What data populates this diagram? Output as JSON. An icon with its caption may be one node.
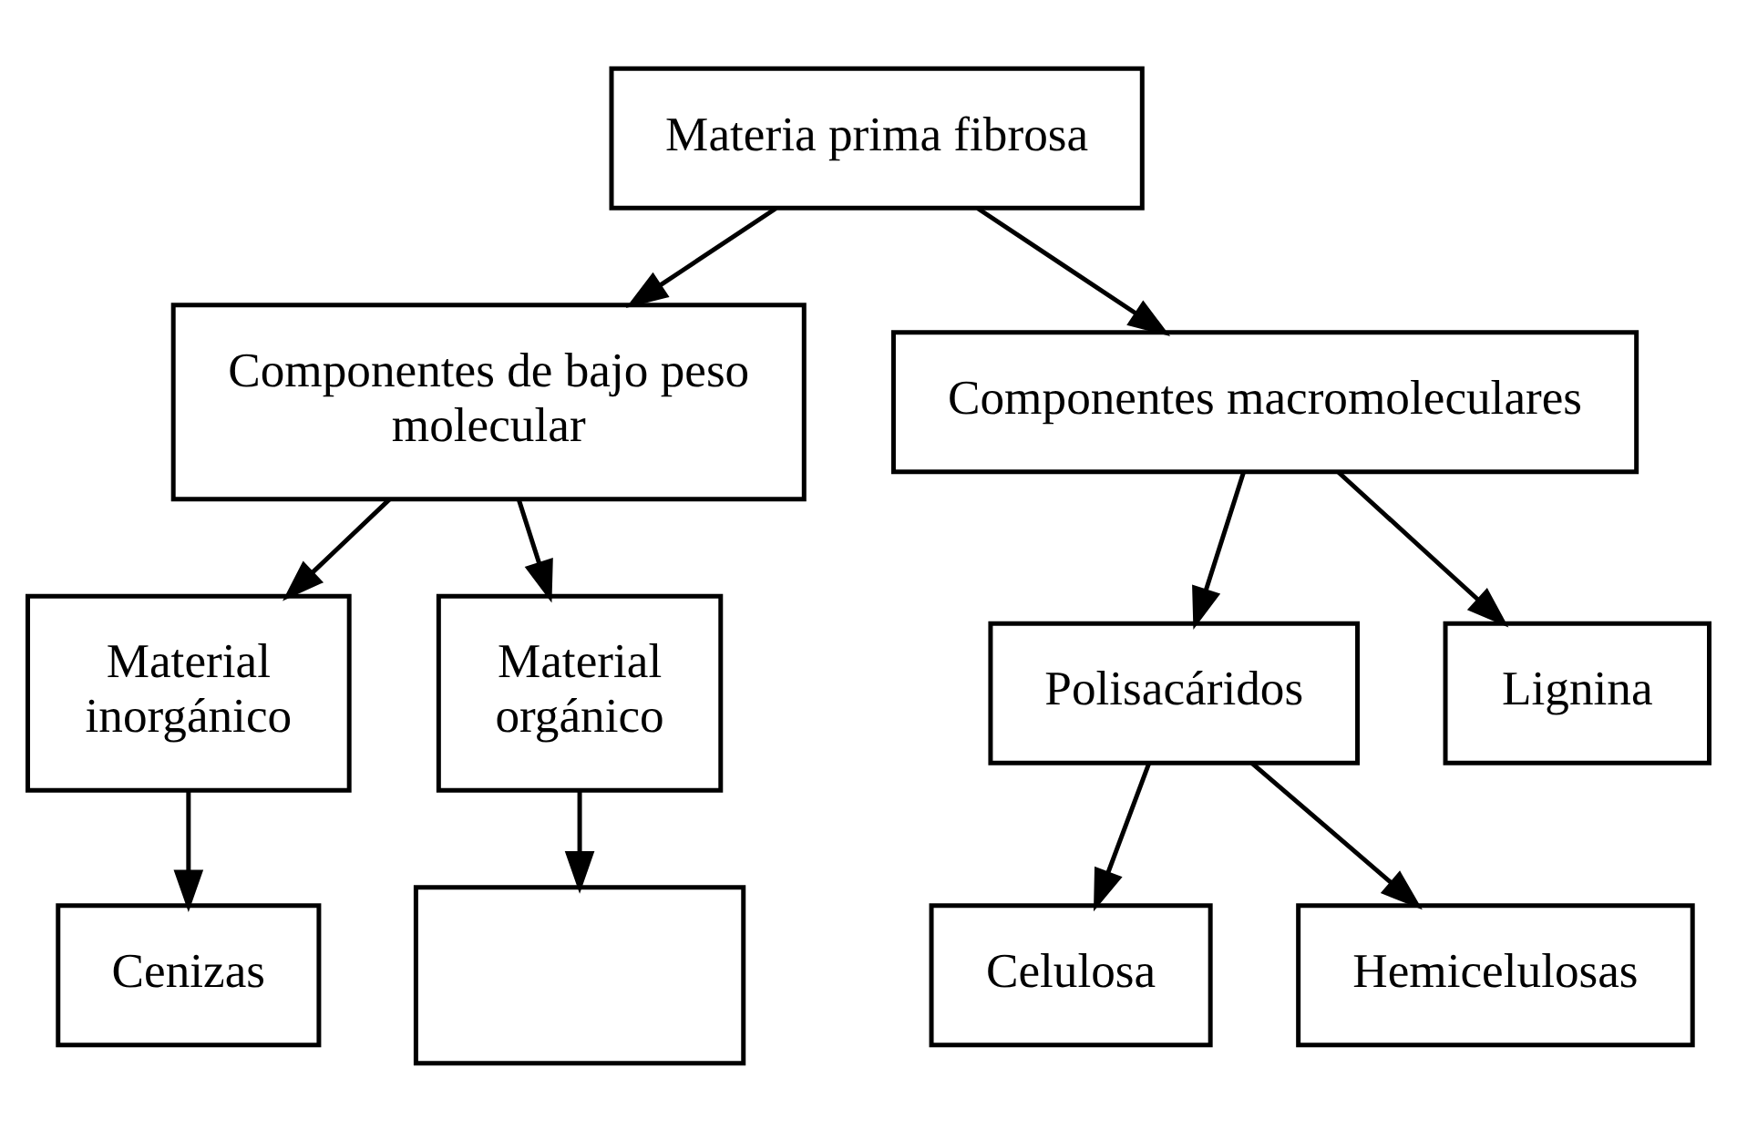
{
  "diagram": {
    "nodes": [
      {
        "text": [
          "Materia prima fibrosa"
        ]
      },
      {
        "text": [
          "Componentes de bajo peso molecular"
        ]
      },
      {
        "text": [
          "Componentes macromoleculares"
        ]
      },
      {
        "text": [
          "Material inorgánico"
        ]
      },
      {
        "text": [
          "Material orgánico"
        ]
      },
      {
        "text": [
          "Polisacáridos"
        ]
      },
      {
        "text": [
          "Lignina"
        ]
      },
      {
        "text": [
          "Cenizas"
        ]
      },
      {
        "text": [],
        "shape": "box"
      },
      {
        "text": [
          "Celulosa"
        ]
      },
      {
        "text": [
          "Hemicelulosas"
        ]
      }
    ],
    "edges": [
      {
        "from": 0,
        "to": 1,
        "arrow": "to"
      },
      {
        "from": 0,
        "to": 2,
        "arrow": "to"
      },
      {
        "from": 1,
        "to": 3,
        "arrow": "to"
      },
      {
        "from": 1,
        "to": 4,
        "arrow": "to"
      },
      {
        "from": 2,
        "to": 5,
        "arrow": "to"
      },
      {
        "from": 2,
        "to": 6,
        "arrow": "to"
      },
      {
        "from": 3,
        "to": 7,
        "arrow": "to"
      },
      {
        "from": 4,
        "to": 8,
        "arrow": "to"
      },
      {
        "from": 5,
        "to": 9,
        "arrow": "to"
      },
      {
        "from": 5,
        "to": 10,
        "arrow": "to"
      }
    ]
  }
}
